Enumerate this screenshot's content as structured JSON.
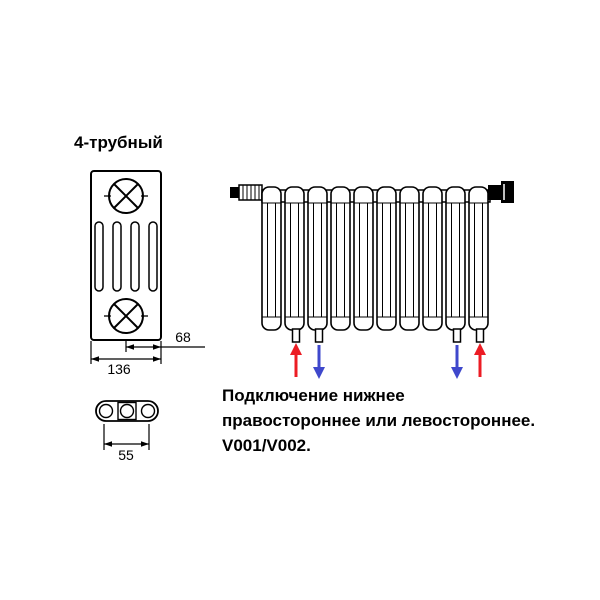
{
  "title": "4-трубный",
  "dimensions": {
    "half_depth": "68",
    "full_depth": "136",
    "section_width": "55"
  },
  "description": {
    "line1": "Подключение нижнее",
    "line2": "правостороннее или левостороннее.",
    "line3": "V001/V002."
  },
  "radiator": {
    "sections_count": 10
  },
  "colors": {
    "flow_supply_red": "#ec1c24",
    "flow_return_blue": "#3f48cc",
    "line": "#000000",
    "background": "#ffffff"
  }
}
